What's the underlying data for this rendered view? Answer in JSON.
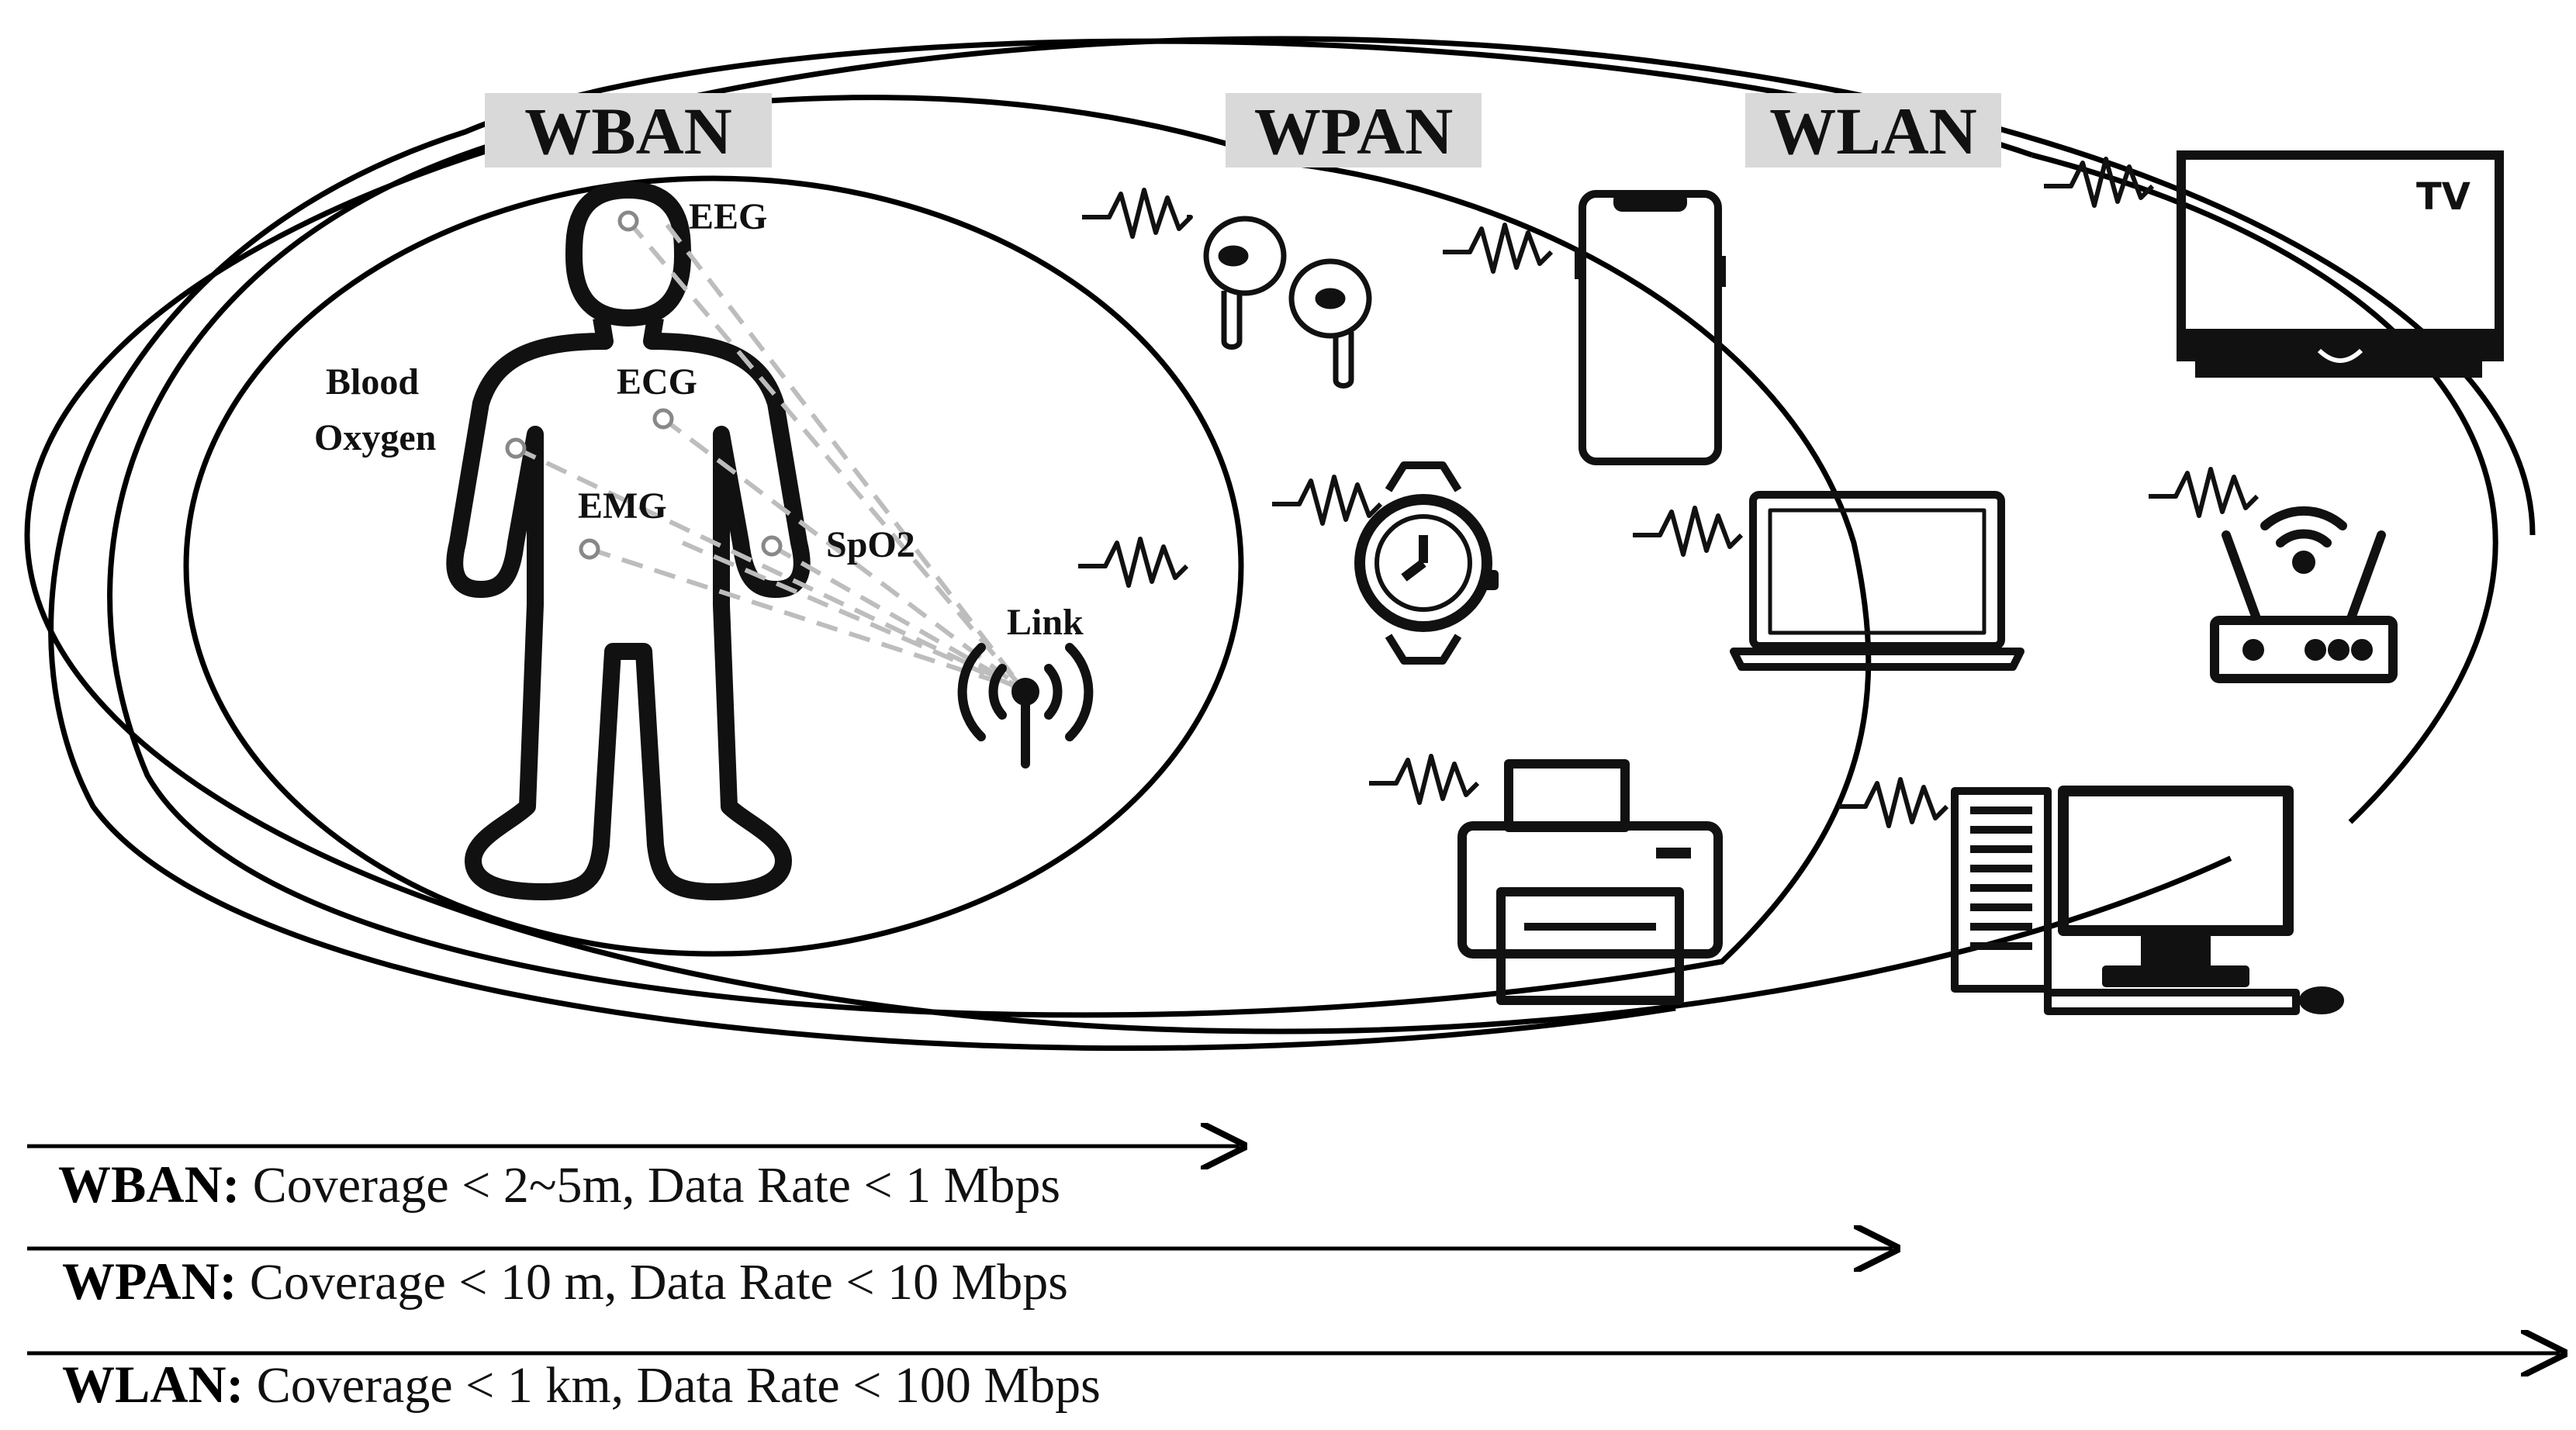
{
  "networks": {
    "wban": "WBAN",
    "wpan": "WPAN",
    "wlan": "WLAN"
  },
  "sensors": {
    "eeg": "EEG",
    "ecg": "ECG",
    "emg": "EMG",
    "spo2": "SpO2",
    "blood": "Blood",
    "oxygen": "Oxygen",
    "link": "Link"
  },
  "devices": {
    "tv_text": "TV"
  },
  "legend": [
    {
      "name": "WBAN",
      "sep": ":",
      "text": " Coverage < 2~5m, Data Rate < 1 Mbps"
    },
    {
      "name": "WPAN",
      "sep": ":",
      "text": " Coverage < 10 m, Data Rate < 10 Mbps"
    },
    {
      "name": "WLAN",
      "sep": ":",
      "text": " Coverage < 1 km, Data Rate < 100 Mbps"
    }
  ],
  "colors": {
    "stroke": "#000000",
    "label_bg": "#d9d9d9",
    "dash": "#bdbdbd"
  }
}
